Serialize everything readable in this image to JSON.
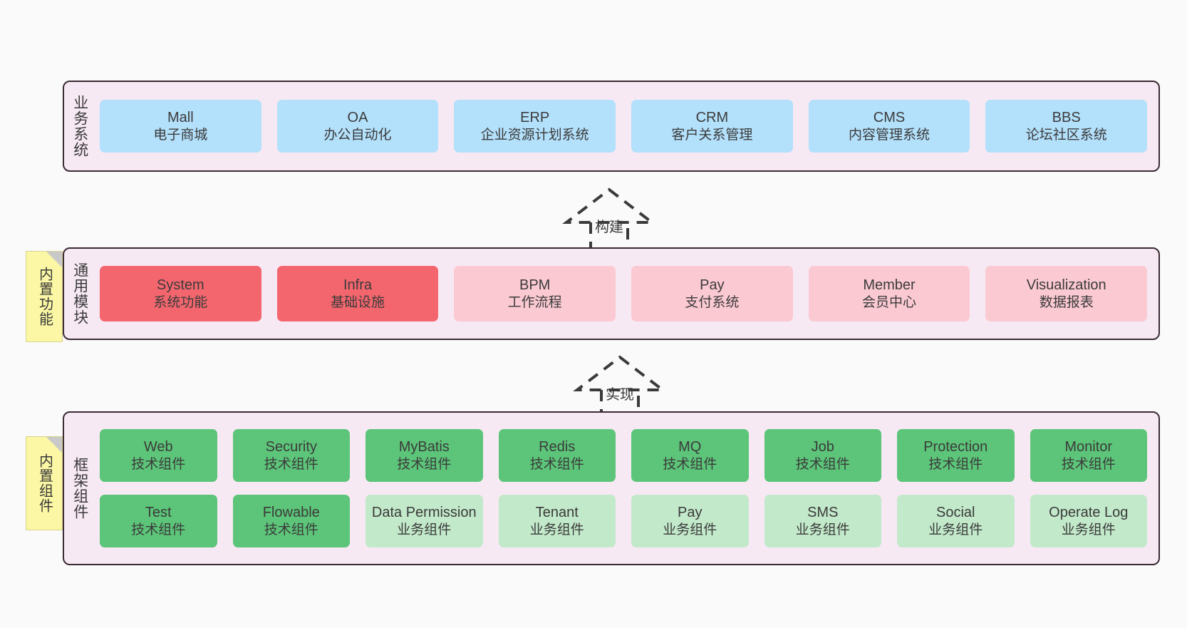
{
  "diagram": {
    "background": "#fafafa",
    "container_fill": "#f7e9f4",
    "container_border": "#3b2b33"
  },
  "layers": [
    {
      "key": "business",
      "title": "业务系统",
      "cards": [
        {
          "en": "Mall",
          "cn": "电子商城",
          "style": "blue"
        },
        {
          "en": "OA",
          "cn": "办公自动化",
          "style": "blue"
        },
        {
          "en": "ERP",
          "cn": "企业资源计划系统",
          "style": "blue"
        },
        {
          "en": "CRM",
          "cn": "客户关系管理",
          "style": "blue"
        },
        {
          "en": "CMS",
          "cn": "内容管理系统",
          "style": "blue"
        },
        {
          "en": "BBS",
          "cn": "论坛社区系统",
          "style": "blue"
        }
      ]
    },
    {
      "key": "common",
      "title": "通用模块",
      "note": "内置功能",
      "cards": [
        {
          "en": "System",
          "cn": "系统功能",
          "style": "red-strong"
        },
        {
          "en": "Infra",
          "cn": "基础设施",
          "style": "red-strong"
        },
        {
          "en": "BPM",
          "cn": "工作流程",
          "style": "red-light"
        },
        {
          "en": "Pay",
          "cn": "支付系统",
          "style": "red-light"
        },
        {
          "en": "Member",
          "cn": "会员中心",
          "style": "red-light"
        },
        {
          "en": "Visualization",
          "cn": "数据报表",
          "style": "red-light"
        }
      ]
    },
    {
      "key": "frame",
      "title": "框架组件",
      "note": "内置组件",
      "rows": [
        [
          {
            "en": "Web",
            "cn": "技术组件",
            "style": "green-strong"
          },
          {
            "en": "Security",
            "cn": "技术组件",
            "style": "green-strong"
          },
          {
            "en": "MyBatis",
            "cn": "技术组件",
            "style": "green-strong"
          },
          {
            "en": "Redis",
            "cn": "技术组件",
            "style": "green-strong"
          },
          {
            "en": "MQ",
            "cn": "技术组件",
            "style": "green-strong"
          },
          {
            "en": "Job",
            "cn": "技术组件",
            "style": "green-strong"
          },
          {
            "en": "Protection",
            "cn": "技术组件",
            "style": "green-strong"
          },
          {
            "en": "Monitor",
            "cn": "技术组件",
            "style": "green-strong"
          }
        ],
        [
          {
            "en": "Test",
            "cn": "技术组件",
            "style": "green-strong"
          },
          {
            "en": "Flowable",
            "cn": "技术组件",
            "style": "green-strong"
          },
          {
            "en": "Data Permission",
            "cn": "业务组件",
            "style": "green-light"
          },
          {
            "en": "Tenant",
            "cn": "业务组件",
            "style": "green-light"
          },
          {
            "en": "Pay",
            "cn": "业务组件",
            "style": "green-light"
          },
          {
            "en": "SMS",
            "cn": "业务组件",
            "style": "green-light"
          },
          {
            "en": "Social",
            "cn": "业务组件",
            "style": "green-light"
          },
          {
            "en": "Operate Log",
            "cn": "业务组件",
            "style": "green-light"
          }
        ]
      ]
    }
  ],
  "connectors": [
    {
      "key": "build",
      "label": "构建"
    },
    {
      "key": "implement",
      "label": "实现"
    }
  ],
  "colors": {
    "blue": "#b3e0fb",
    "red_strong": "#f4666e",
    "red_light": "#fbc9d2",
    "green_strong": "#5cc579",
    "green_light": "#c2e9ca",
    "note_yellow": "#fbf7a4"
  }
}
